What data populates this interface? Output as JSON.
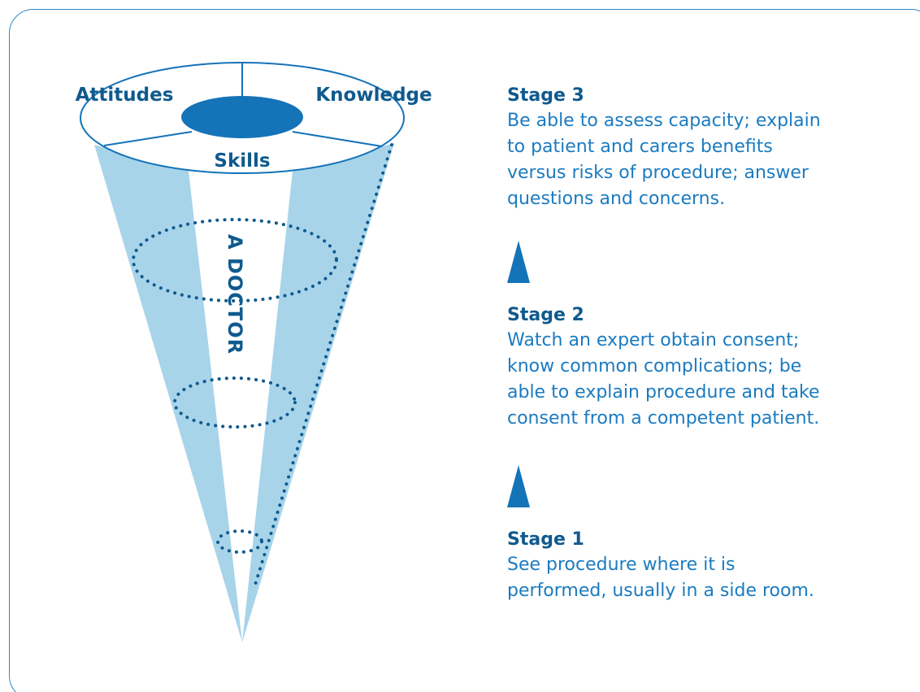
{
  "cone": {
    "segments": {
      "left": "Attitudes",
      "right": "Knowledge",
      "bottom": "Skills"
    },
    "vertical_label": "A DOCTOR"
  },
  "stages": [
    {
      "title": "Stage 3",
      "lines": [
        "Be able to assess capacity; explain",
        "to patient and carers benefits",
        "versus risks of procedure; answer",
        "questions and concerns."
      ]
    },
    {
      "title": "Stage 2",
      "lines": [
        "Watch an expert obtain consent;",
        "know common complications; be",
        "able to explain procedure and take",
        "consent from a competent patient."
      ]
    },
    {
      "title": "Stage 1",
      "lines": [
        "See procedure where it is",
        "performed, usually in a side room."
      ]
    }
  ],
  "colors": {
    "frame": "#2d8bc4",
    "cone_fill": "#a8d4ea",
    "ellipse_center": "#1573b8",
    "label": "#0f5a8e",
    "text": "#1b7bc0",
    "dots": "#0f5a8e"
  }
}
